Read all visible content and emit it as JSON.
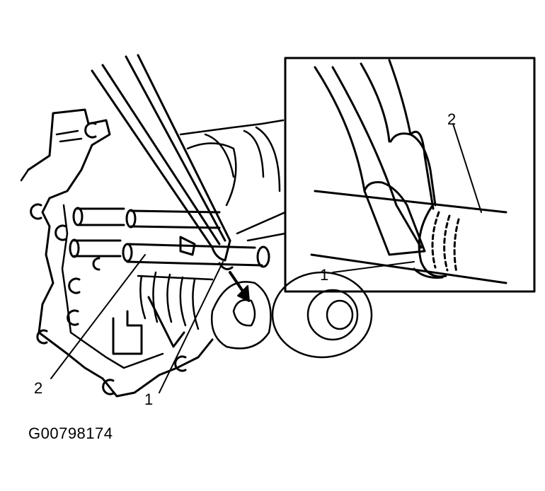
{
  "diagram": {
    "callouts": {
      "main_1": "1",
      "main_2": "2",
      "inset_1": "1",
      "inset_2": "2"
    },
    "figure_id": "G00798174"
  }
}
